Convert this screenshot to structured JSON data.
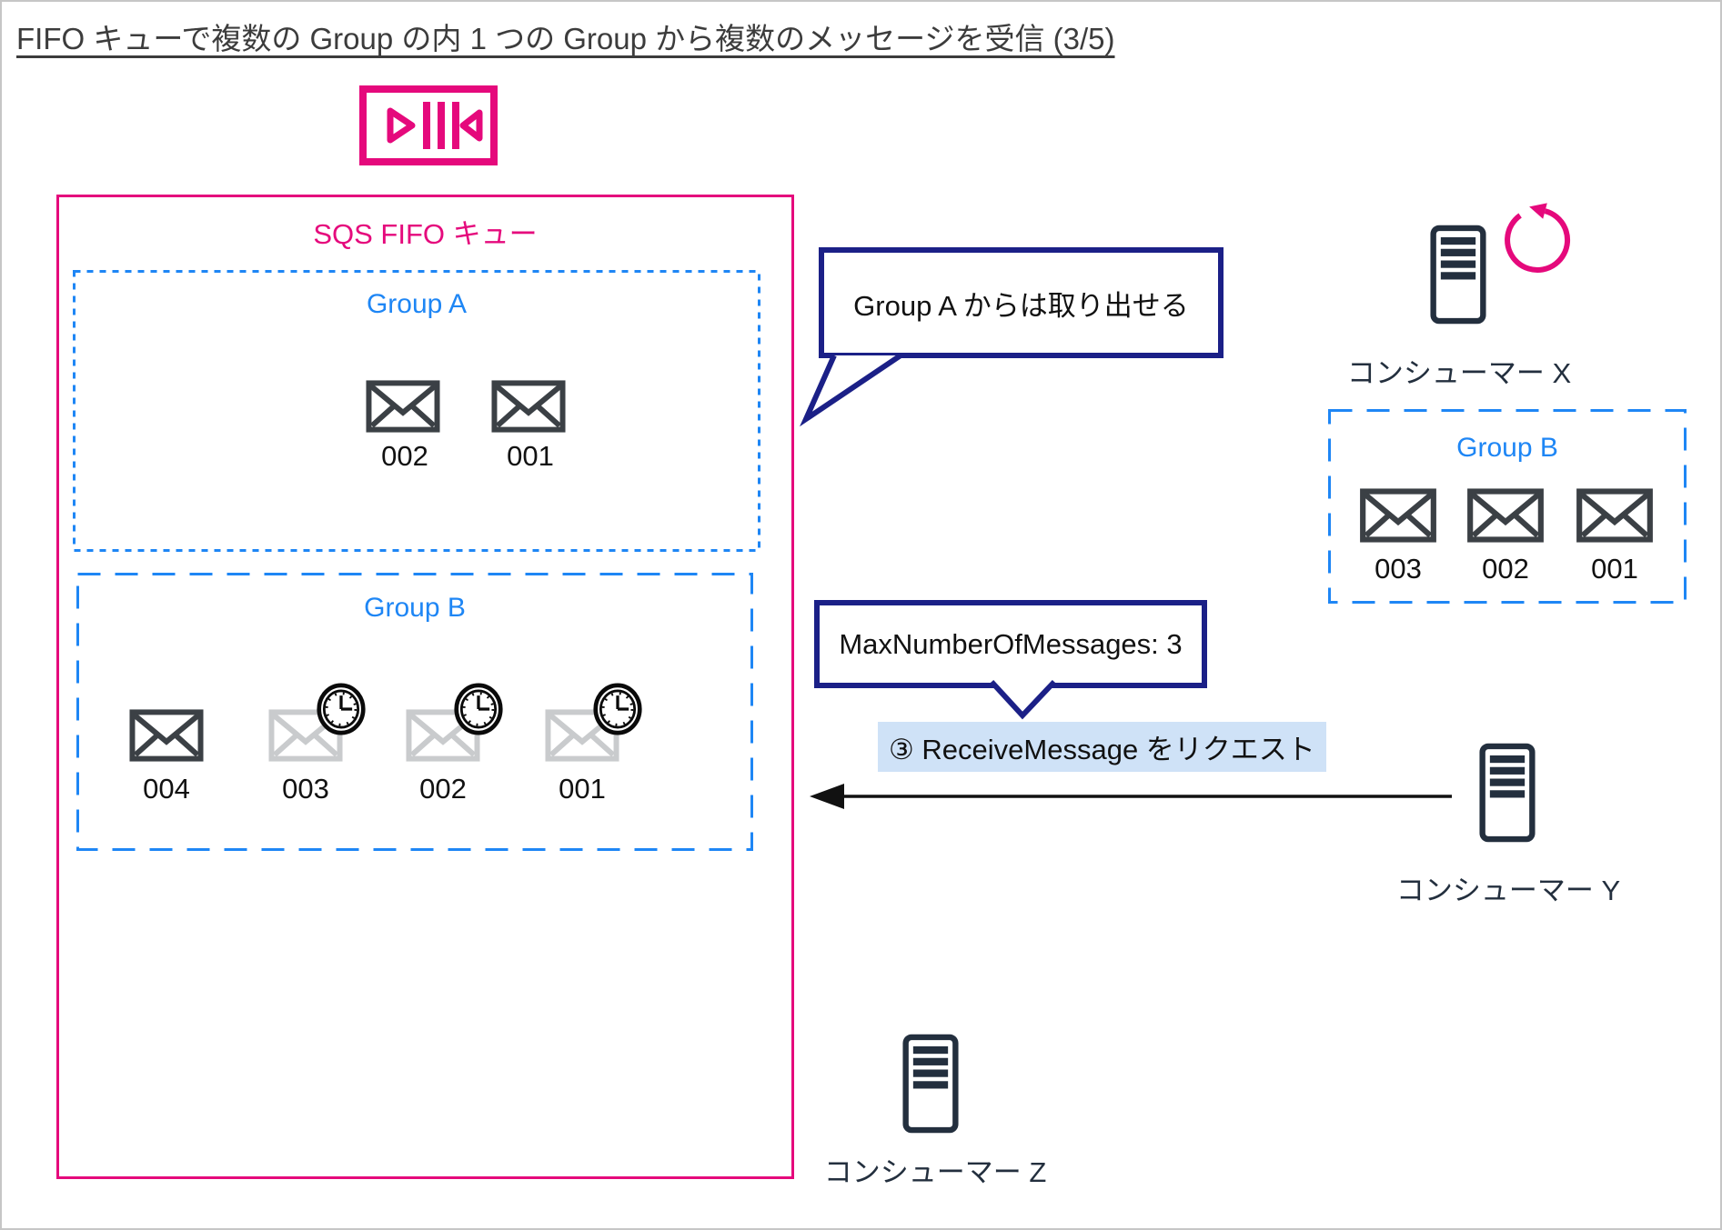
{
  "title": "FIFO キューで複数の Group の内 1 つの Group から複数のメッセージを受信 (3/5)",
  "queue": {
    "title": "SQS FIFO キュー",
    "group_a": {
      "label": "Group A",
      "messages": [
        {
          "id": "002"
        },
        {
          "id": "001"
        }
      ]
    },
    "group_b": {
      "label": "Group B",
      "messages": [
        {
          "id": "004"
        },
        {
          "id": "003"
        },
        {
          "id": "002"
        },
        {
          "id": "001"
        }
      ]
    }
  },
  "callouts": {
    "group_a_note": "Group A からは取り出せる",
    "max_messages": "MaxNumberOfMessages: 3",
    "receive_request": "③ ReceiveMessage をリクエスト"
  },
  "received_box": {
    "label": "Group B",
    "messages": [
      {
        "id": "003"
      },
      {
        "id": "002"
      },
      {
        "id": "001"
      }
    ]
  },
  "consumers": {
    "x": {
      "label": "コンシューマー X"
    },
    "y": {
      "label": "コンシューマー Y"
    },
    "z": {
      "label": "コンシューマー Z"
    }
  },
  "icons": {
    "queue": "sqs-queue-icon",
    "message": "envelope-icon",
    "delayed_message": "clock-icon",
    "consumer": "server-icon",
    "polling": "refresh-icon"
  },
  "colors": {
    "pink": "#E5097C",
    "blue": "#1E86F5",
    "navy": "#1B2087",
    "dark_slate": "#232F3E",
    "envelope_dark": "#3B4045",
    "envelope_light": "#C9CBCD",
    "highlight": "#CFE2F7"
  }
}
